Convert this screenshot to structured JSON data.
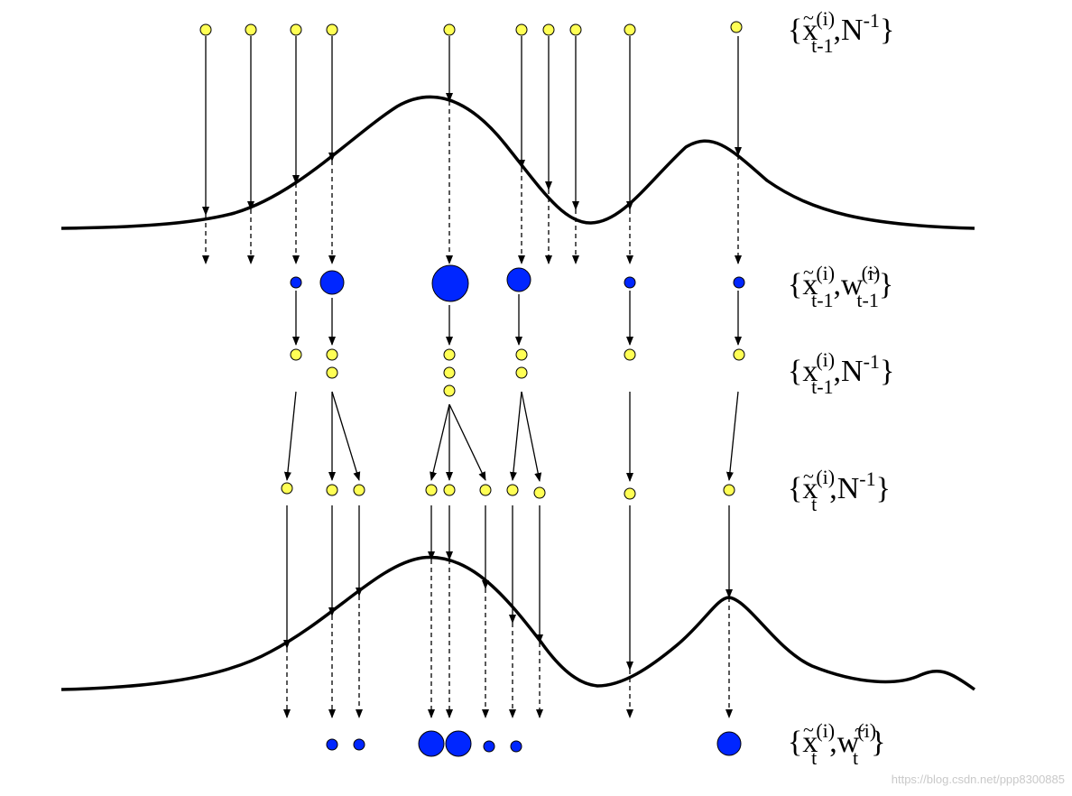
{
  "colors": {
    "particle_yellow": "#ffff55",
    "weighted_blue": "#0026ff",
    "stroke": "#000000"
  },
  "labels": {
    "row1": {
      "open": "{",
      "var": "x",
      "tilde": "~",
      "sup": "(i)",
      "sub": "t-1",
      "sep": ",N",
      "exp": "-1",
      "close": "}"
    },
    "row2": {
      "open": "{",
      "var": "x",
      "tilde": "~",
      "sup": "(i)",
      "sub": "t-1",
      "sep": ",",
      "wvar": "w",
      "wtilde": "~",
      "wsup": "(i)",
      "wsub": "t-1",
      "close": "}"
    },
    "row3": {
      "open": "{",
      "var": "x",
      "sup": "(i)",
      "sub": "t-1",
      "sep": ",N",
      "exp": "-1",
      "close": "}"
    },
    "row4": {
      "open": "{",
      "var": "x",
      "tilde": "~",
      "sup": "(i)",
      "sub": "t",
      "sep": ",N",
      "exp": "-1",
      "close": "}"
    },
    "row5": {
      "open": "{",
      "var": "x",
      "tilde": "~",
      "sup": "(i)",
      "sub": "t",
      "sep": ",",
      "wvar": "w",
      "wtilde": "~",
      "wsup": "(i)",
      "wsub": "t",
      "close": "}"
    }
  },
  "watermark": "https://blog.csdn.net/ppp8300885"
}
